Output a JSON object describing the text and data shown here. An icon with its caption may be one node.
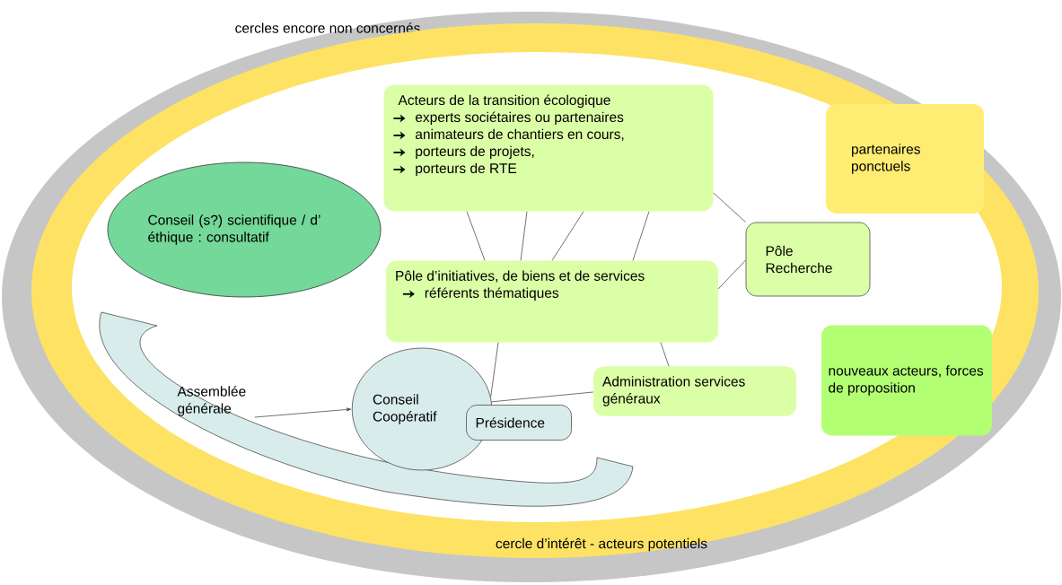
{
  "diagram": {
    "nodes": [
      {
        "text": [
          "cercles encore non concernés"
        ]
      },
      {
        "text": [
          "cercle d’intérêt - acteurs potentiels"
        ],
        "in": 0
      },
      {
        "text": [
          "Acteurs de la transition écologique",
          "experts sociétaires ou partenaires",
          "animateurs de chantiers en cours,",
          "porteurs de projets,",
          "porteurs de RTE"
        ],
        "in": 1
      },
      {
        "text": [
          "Conseil (s?) scientifique / d’ éthique : consultatif"
        ],
        "in": 1
      },
      {
        "text": [
          "partenaires ponctuels"
        ],
        "in": 1
      },
      {
        "text": [
          "Pôle d’initiatives, de biens et de services",
          "référents thématiques"
        ],
        "in": 1
      },
      {
        "text": [
          "Pôle Recherche"
        ],
        "in": 1
      },
      {
        "text": [
          "nouveaux acteurs, forces de proposition"
        ],
        "in": 1
      },
      {
        "text": [
          "Assemblée générale"
        ],
        "in": 1
      },
      {
        "text": [
          "Conseil Coopératif"
        ],
        "in": 1
      },
      {
        "text": [
          "Présidence"
        ],
        "in": 1
      },
      {
        "text": [
          "Administration services généraux"
        ],
        "in": 1
      }
    ],
    "edges": [
      {
        "from": 2,
        "to": 5,
        "arrow": "none"
      },
      {
        "from": 2,
        "to": 5,
        "arrow": "none"
      },
      {
        "from": 2,
        "to": 5,
        "arrow": "none"
      },
      {
        "from": 2,
        "to": 5,
        "arrow": "none"
      },
      {
        "from": 2,
        "to": 6,
        "arrow": "none"
      },
      {
        "from": 5,
        "to": 6,
        "arrow": "none"
      },
      {
        "from": 5,
        "to": 9,
        "arrow": "none"
      },
      {
        "from": 11,
        "to": 9,
        "arrow": "none"
      },
      {
        "from": 5,
        "to": 11,
        "arrow": "none"
      },
      {
        "from": 8,
        "to": 9,
        "arrow": "to"
      }
    ]
  }
}
